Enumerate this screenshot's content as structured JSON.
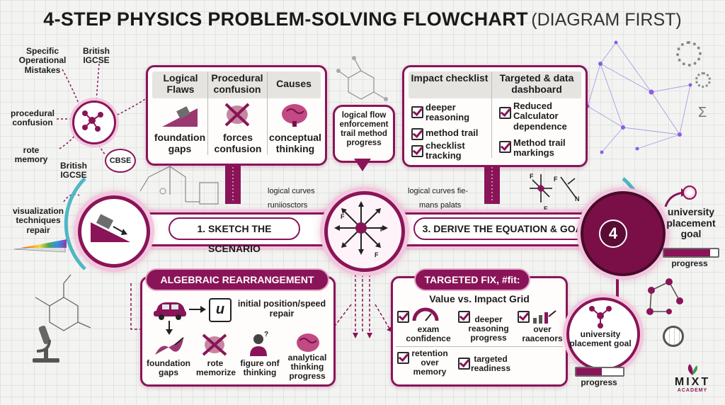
{
  "title_bold": "4-STEP PHYSICS PROBLEM-SOLVING FLOWCHART",
  "title_light": "(DIAGRAM FIRST)",
  "left_labels": {
    "specific": "Specific Operational Mistakes",
    "british_top": "British IGCSE",
    "procedural": "procedural confusion",
    "rote": "rote memory",
    "cbse": "CBSE",
    "british_bottom": "British IGCSE",
    "visualization": "visualization techniques repair"
  },
  "causes_panel": {
    "headers": [
      "Logical Flaws",
      "Procedural confusion",
      "Causes"
    ],
    "items": [
      "foundation gaps",
      "forces confusion",
      "conceptual thinking"
    ]
  },
  "callout": "logical flow enforcement trail method progress",
  "impact_panel": {
    "header_left": "Impact checklist",
    "header_right": "Targeted & data dashboard",
    "left_items": [
      "deeper reasoning",
      "method trail",
      "checklist tracking"
    ],
    "right_items": [
      "Reduced Calculator dependence",
      "Method trail markings"
    ]
  },
  "flow_labels": {
    "left_top": "logical curves",
    "left_bottom": "runiiosctors",
    "right_top": "logical curves fie-",
    "right_bottom": "mans palats"
  },
  "step1": "1. SKETCH THE SCENARIO",
  "step3": "3. DERIVE THE EQUATION & GOAL",
  "step4_num": "4",
  "force_labels": [
    "F",
    "F",
    "F",
    "F",
    "F",
    "F",
    "N"
  ],
  "goal_right": {
    "label": "university placement goal",
    "progress_label": "progress",
    "progress_value": 0.85
  },
  "algebra_panel": {
    "title": "ALGEBRAIC REARRANGEMENT",
    "var": "u",
    "var_desc": "initial position/speed repair",
    "items": [
      "foundation gaps",
      "rote memorize",
      "figure onf thinking",
      "analytical thinking progress"
    ]
  },
  "fix_panel": {
    "title": "TARGETED FIX, #fit:",
    "subtitle": "Value vs. Impact Grid",
    "items": [
      "exam confidence",
      "deeper reasoning progress",
      "over raacenors",
      "retention over memory",
      "targeted readiness"
    ]
  },
  "goal_bottom": {
    "label": "university placement goal",
    "progress_label": "progress",
    "progress_value": 0.55
  },
  "logo": {
    "name": "MIXT",
    "sub": "ACADEMY"
  },
  "colors": {
    "accent": "#8a1458",
    "glow": "#f2c7de",
    "teal": "#4fb7c6"
  }
}
